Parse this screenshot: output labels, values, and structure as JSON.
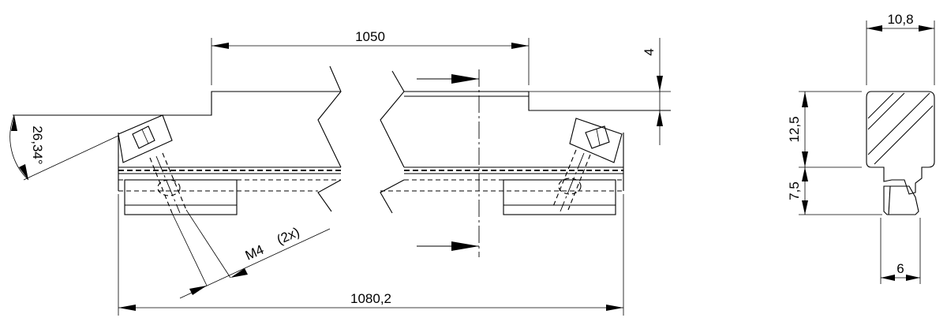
{
  "dimensions": {
    "overall_length_top": "1050",
    "overall_length_bottom": "1080,2",
    "step_height": "4",
    "angle": "26,34°",
    "thread": "M4",
    "thread_count": "(2x)",
    "width_top": "10,8",
    "height_upper": "12,5",
    "height_lower": "7,5",
    "width_bottom": "6"
  }
}
